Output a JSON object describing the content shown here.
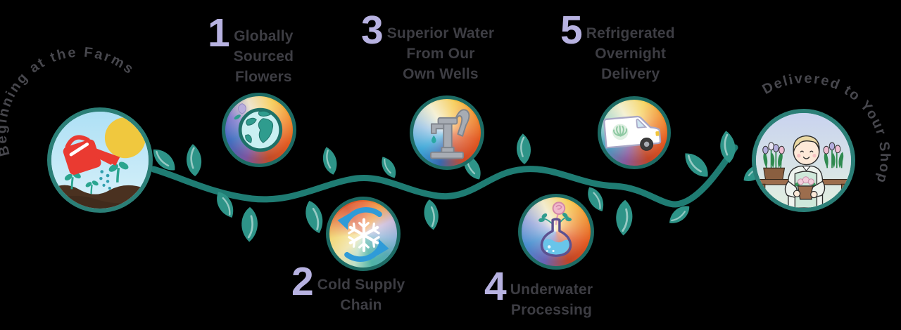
{
  "infographic": {
    "title_semantic": "Flower supply chain journey",
    "start_node": {
      "label": "Beginning at the Farms",
      "icon": "watering-can-farm-scene"
    },
    "end_node": {
      "label": "Delivered to Your Shop",
      "icon": "florist-shop-scene"
    },
    "steps": [
      {
        "number": "1",
        "icon": "globe-icon",
        "lines": [
          "Globally",
          "Sourced",
          "Flowers"
        ]
      },
      {
        "number": "2",
        "icon": "cold-cycle-icon",
        "lines": [
          "Cold Supply",
          "Chain"
        ]
      },
      {
        "number": "3",
        "icon": "water-pump-icon",
        "lines": [
          "Superior Water",
          "From Our",
          "Own Wells"
        ]
      },
      {
        "number": "4",
        "icon": "flask-flower-icon",
        "lines": [
          "Underwater",
          "Processing"
        ]
      },
      {
        "number": "5",
        "icon": "delivery-truck-icon",
        "lines": [
          "Refrigerated",
          "Overnight",
          "Delivery"
        ]
      }
    ],
    "colors": {
      "background": "#000000",
      "number_accent": "#b7b2e1",
      "label_text": "#3d3d43",
      "curved_text": "#47474d",
      "vine_stem": "#1f7c73",
      "leaf": "#2e9488",
      "badge_border": "#1d6b64",
      "node_border": "#2b7f77",
      "watering_can_red": "#ea3a31",
      "sun_yellow": "#f0c83e",
      "arrow_blue": "#2f9bd8"
    }
  }
}
